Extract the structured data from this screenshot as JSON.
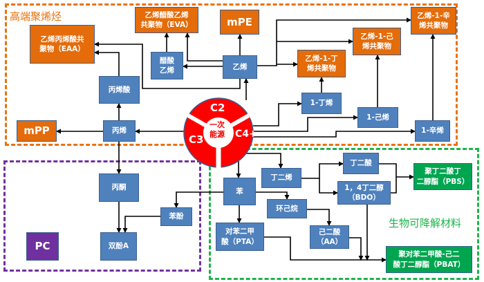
{
  "regions": {
    "high_end_polyolefin": "高端聚烯烃",
    "biodegradable": "生物可降解材料"
  },
  "center": {
    "c2": "C2",
    "c3": "C3",
    "c4": "C4+",
    "core": "一次\n能源"
  },
  "nodes": {
    "eaa": "乙烯丙烯酸共\n聚物（EAA）",
    "eva": "乙烯醋酸乙烯\n共聚物（EVA）",
    "mpe": "mPE",
    "vinyl_acetate": "醋酸\n乙烯",
    "ethylene": "乙烯",
    "ethylene_butene": "乙烯-1-丁\n烯共聚物",
    "ethylene_hexene": "乙烯-1-己\n烯共聚物",
    "ethylene_octene": "乙烯-1-辛\n烯共聚物",
    "acrylic_acid": "丙烯酸",
    "butene": "1-丁烯",
    "hexene": "1-己烯",
    "octene": "1-辛烯",
    "mpp": "mPP",
    "propylene": "丙烯",
    "acetone": "丙酮",
    "phenol": "苯酚",
    "bpa": "双酚A",
    "pc": "PC",
    "benzene": "苯",
    "butadiene": "丁二烯",
    "cyclohexane": "环己烷",
    "succinic_acid": "丁二酸",
    "bdo": "1，4丁二醇\n（BDO）",
    "pbs": "聚丁二酸丁\n二醇酯（PBS）",
    "pta": "对苯二甲\n酸（PTA）",
    "aa": "己二酸\n（AA）",
    "pbat": "聚对苯二甲酸-己二\n酸丁二醇酯（PBAT）"
  },
  "colors": {
    "product": "#e46c0a",
    "intermediate": "#4f81bd",
    "biodegradable_product": "#00a550",
    "pc": "#7030a0",
    "energy_ring": "#ff0000"
  }
}
